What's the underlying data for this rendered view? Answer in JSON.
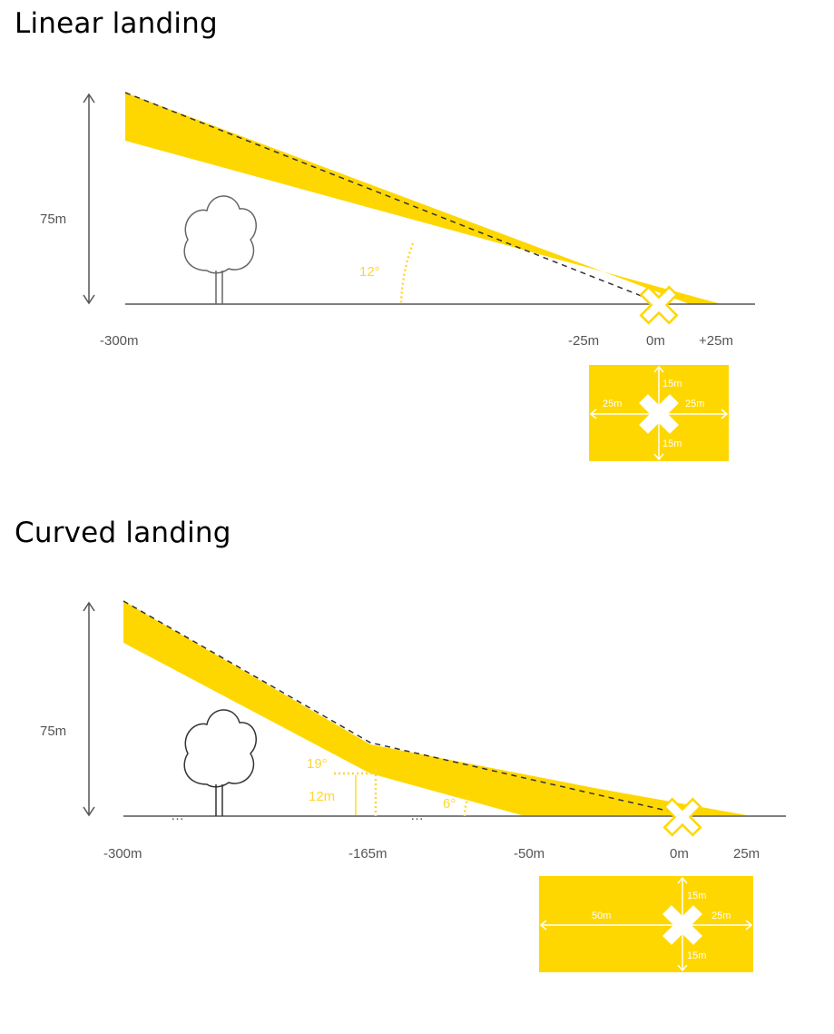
{
  "colors": {
    "corridor": "#FFD700",
    "ground": "#555555",
    "angle_label": "#FFD633",
    "glide_path": "#333333"
  },
  "icons": [
    "tree-icon",
    "landing-x-icon",
    "double-arrow-icon"
  ],
  "linear": {
    "title": "Linear landing",
    "height_label": "75m",
    "angle_label": "12°",
    "x_labels": {
      "start": "-300m",
      "minus25": "-25m",
      "zero": "0m",
      "plus25": "+25m"
    },
    "zone": {
      "top": "15m",
      "bottom": "15m",
      "left": "25m",
      "right": "25m"
    }
  },
  "curved": {
    "title": "Curved landing",
    "height_label": "75m",
    "angle_steep": "19°",
    "height_mid": "12m",
    "angle_shallow": "6°",
    "x_labels": {
      "start": "-300m",
      "mid": "-165m",
      "near": "-50m",
      "zero": "0m",
      "end": "25m"
    },
    "zone": {
      "top": "15m",
      "bottom": "15m",
      "left": "50m",
      "right": "25m"
    }
  }
}
